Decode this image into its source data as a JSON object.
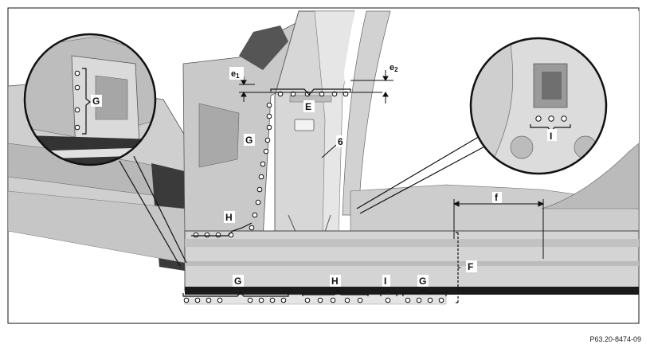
{
  "labels": {
    "zoom_left_G": "G",
    "e1": "e",
    "e1_sub": "1",
    "e2": "e",
    "e2_sub": "2",
    "E": "E",
    "G_pillar": "G",
    "six": "6",
    "I_zoom": "I",
    "f": "f",
    "H_upper": "H",
    "F": "F",
    "G_bottom": "G",
    "H_bottom": "H",
    "I_bottom": "I",
    "G_bottom_right": "G"
  },
  "reference": "P63.20-8474-09",
  "colors": {
    "frame": "#111111",
    "body_light": "#d9d9d9",
    "body_mid": "#bdbdbd",
    "body_dark": "#6e6e6e",
    "sill_black": "#1a1a1a"
  }
}
